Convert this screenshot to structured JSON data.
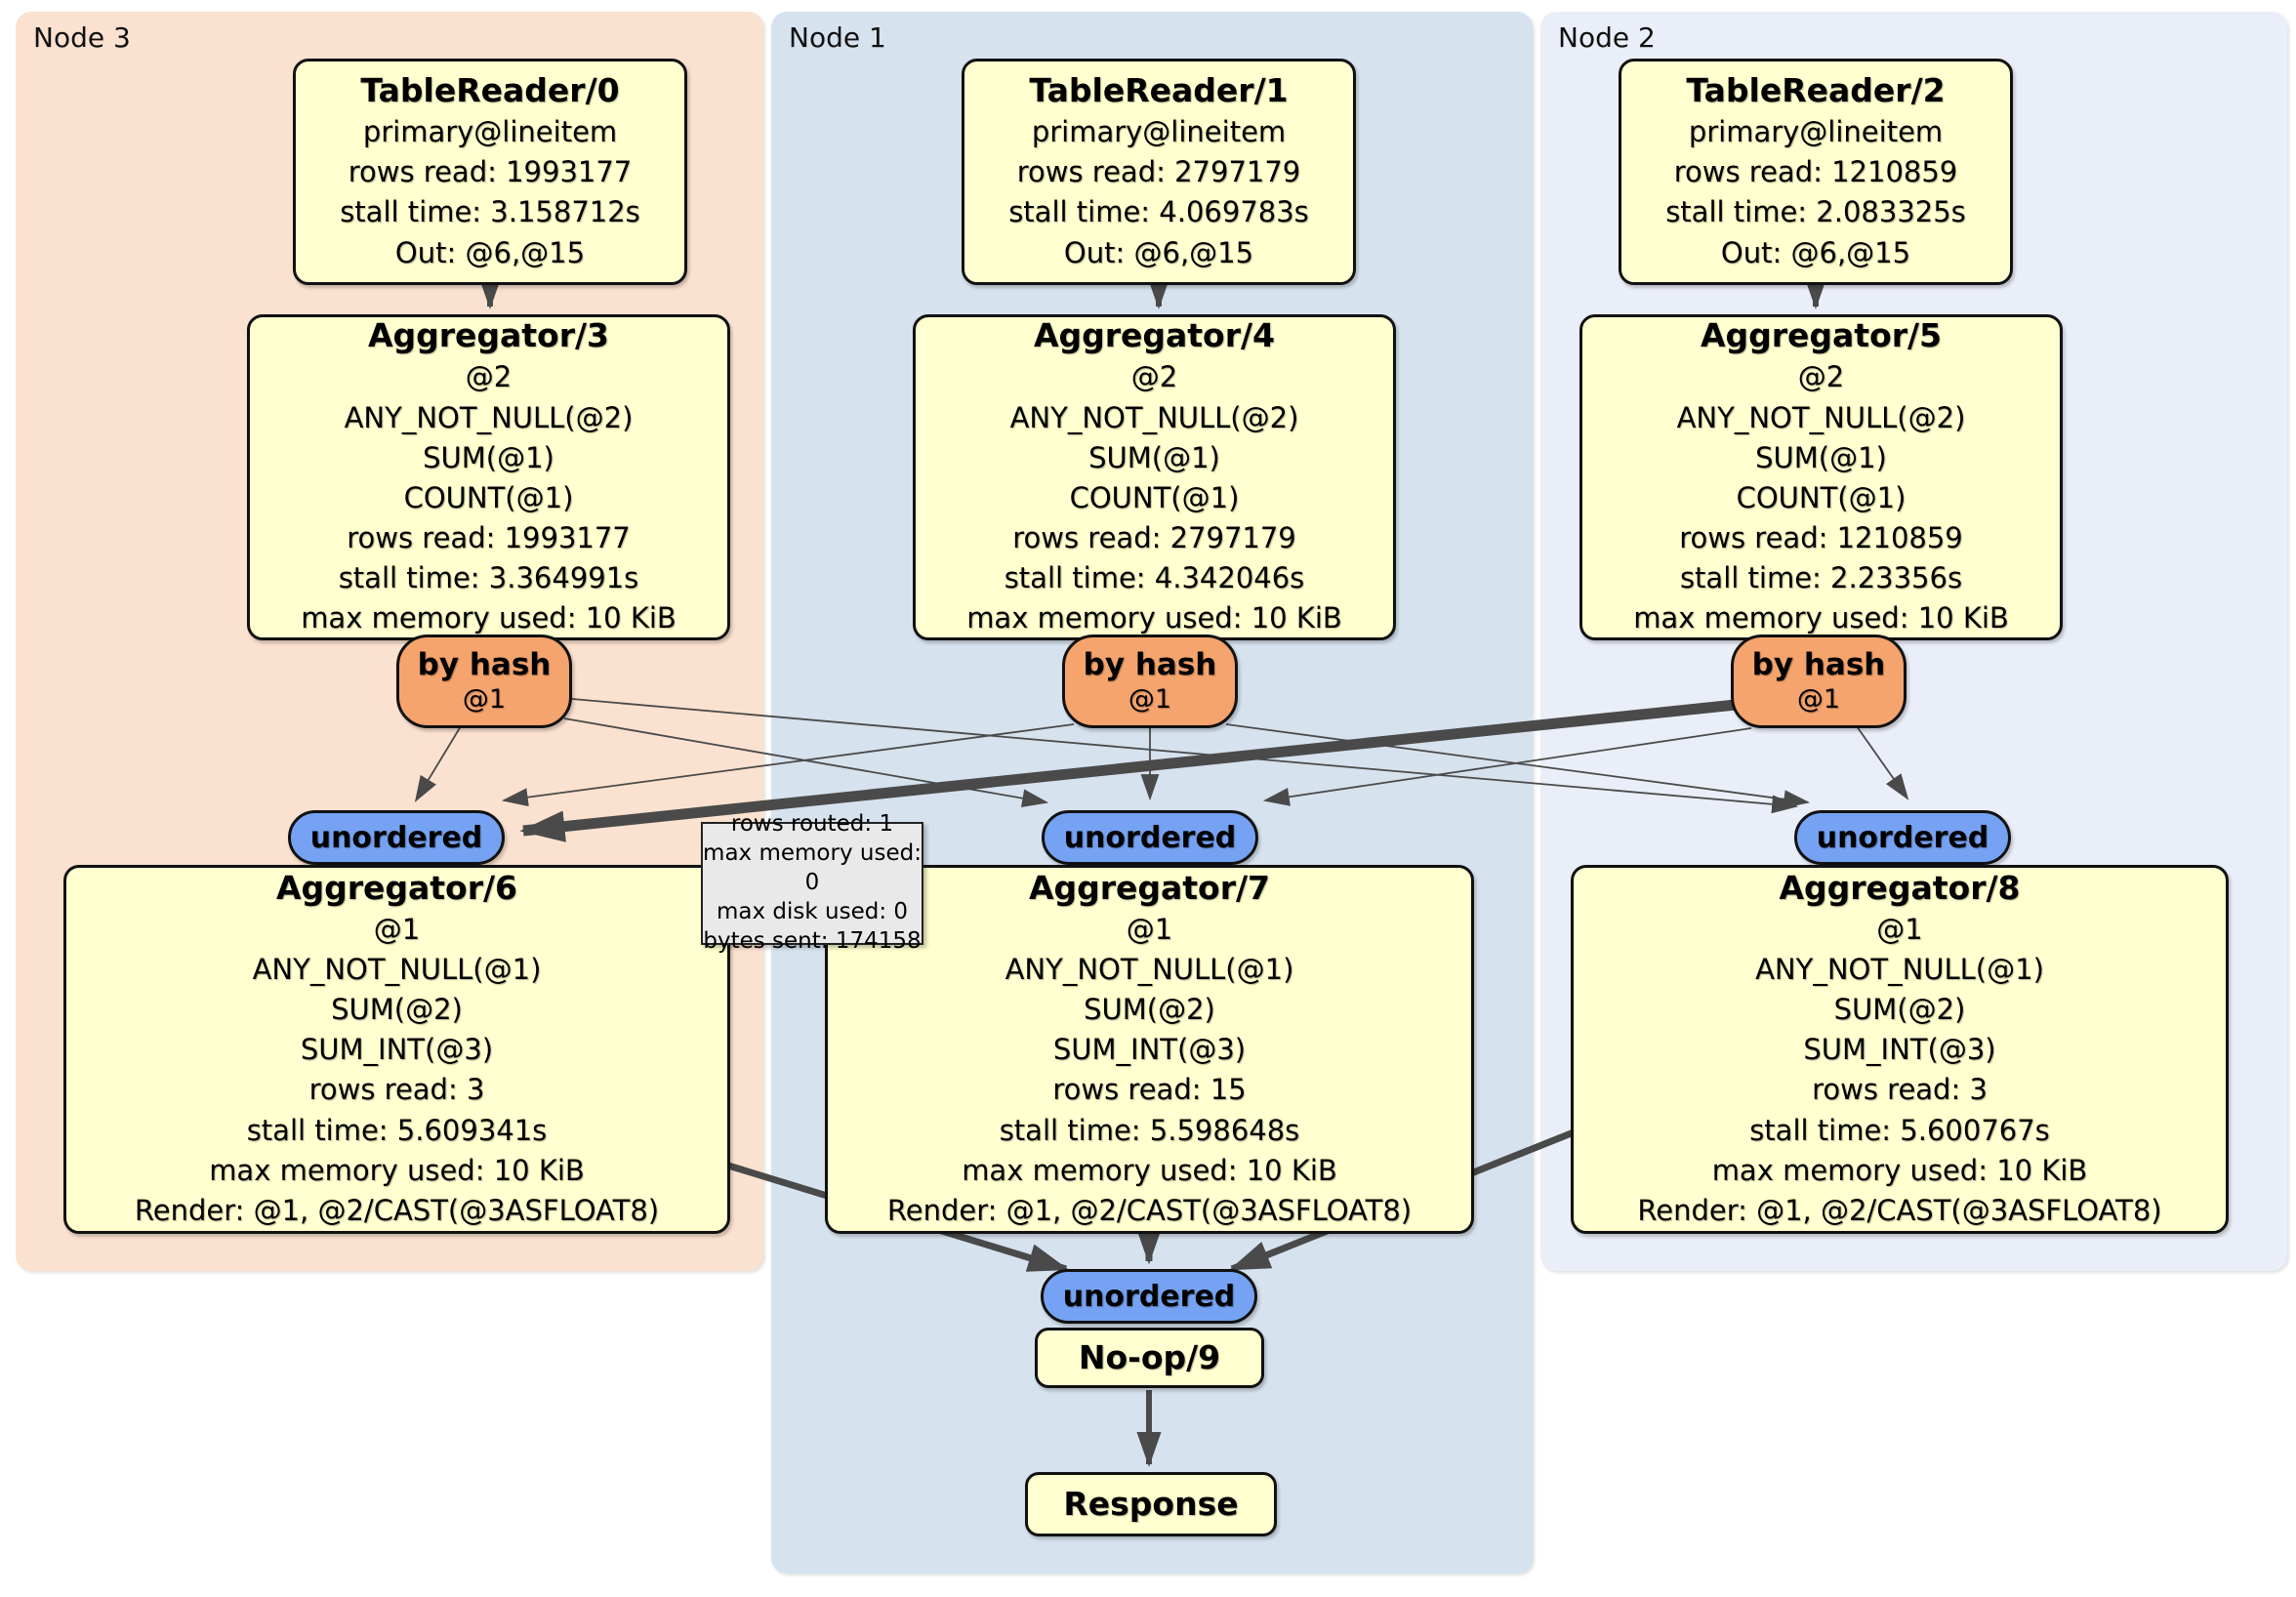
{
  "panels": {
    "node3": {
      "label": "Node 3"
    },
    "node1": {
      "label": "Node 1"
    },
    "node2": {
      "label": "Node 2"
    }
  },
  "colors": {
    "panel_node3": "#fbe1cf",
    "panel_node1": "#d6e2ee",
    "panel_node2": "#eaeef8",
    "box_fill": "#ffffcf",
    "router_fill": "#f5a46d",
    "sync_fill": "#75a2f2",
    "edge": "#4a4a4a"
  },
  "node3": {
    "table_reader": {
      "title": "TableReader/0",
      "lines": [
        "primary@lineitem",
        "rows read: 1993177",
        "stall time: 3.158712s",
        "Out: @6,@15"
      ]
    },
    "aggregator_top": {
      "title": "Aggregator/3",
      "lines": [
        "@2",
        "ANY_NOT_NULL(@2)",
        "SUM(@1)",
        "COUNT(@1)",
        "rows read: 1993177",
        "stall time: 3.364991s",
        "max memory used: 10 KiB"
      ]
    },
    "router": {
      "title": "by hash",
      "subtitle": "@1"
    },
    "sync": {
      "label": "unordered"
    },
    "aggregator_bottom": {
      "title": "Aggregator/6",
      "lines": [
        "@1",
        "ANY_NOT_NULL(@1)",
        "SUM(@2)",
        "SUM_INT(@3)",
        "rows read: 3",
        "stall time: 5.609341s",
        "max memory used: 10 KiB",
        "Render: @1, @2/CAST(@3ASFLOAT8)"
      ]
    }
  },
  "node1": {
    "table_reader": {
      "title": "TableReader/1",
      "lines": [
        "primary@lineitem",
        "rows read: 2797179",
        "stall time: 4.069783s",
        "Out: @6,@15"
      ]
    },
    "aggregator_top": {
      "title": "Aggregator/4",
      "lines": [
        "@2",
        "ANY_NOT_NULL(@2)",
        "SUM(@1)",
        "COUNT(@1)",
        "rows read: 2797179",
        "stall time: 4.342046s",
        "max memory used: 10 KiB"
      ]
    },
    "router": {
      "title": "by hash",
      "subtitle": "@1"
    },
    "sync": {
      "label": "unordered"
    },
    "aggregator_bottom": {
      "title": "Aggregator/7",
      "lines": [
        "@1",
        "ANY_NOT_NULL(@1)",
        "SUM(@2)",
        "SUM_INT(@3)",
        "rows read: 15",
        "stall time: 5.598648s",
        "max memory used: 10 KiB",
        "Render: @1, @2/CAST(@3ASFLOAT8)"
      ]
    },
    "final_sync": {
      "label": "unordered"
    },
    "noop": {
      "title": "No-op/9"
    },
    "response": {
      "title": "Response"
    }
  },
  "node2": {
    "table_reader": {
      "title": "TableReader/2",
      "lines": [
        "primary@lineitem",
        "rows read: 1210859",
        "stall time: 2.083325s",
        "Out: @6,@15"
      ]
    },
    "aggregator_top": {
      "title": "Aggregator/5",
      "lines": [
        "@2",
        "ANY_NOT_NULL(@2)",
        "SUM(@1)",
        "COUNT(@1)",
        "rows read: 1210859",
        "stall time: 2.23356s",
        "max memory used: 10 KiB"
      ]
    },
    "router": {
      "title": "by hash",
      "subtitle": "@1"
    },
    "sync": {
      "label": "unordered"
    },
    "aggregator_bottom": {
      "title": "Aggregator/8",
      "lines": [
        "@1",
        "ANY_NOT_NULL(@1)",
        "SUM(@2)",
        "SUM_INT(@3)",
        "rows read: 3",
        "stall time: 5.600767s",
        "max memory used: 10 KiB",
        "Render: @1, @2/CAST(@3ASFLOAT8)"
      ]
    }
  },
  "tooltip": {
    "lines": [
      "rows routed: 1",
      "max memory used: 0",
      "max disk used: 0",
      "bytes sent: 174158"
    ]
  }
}
